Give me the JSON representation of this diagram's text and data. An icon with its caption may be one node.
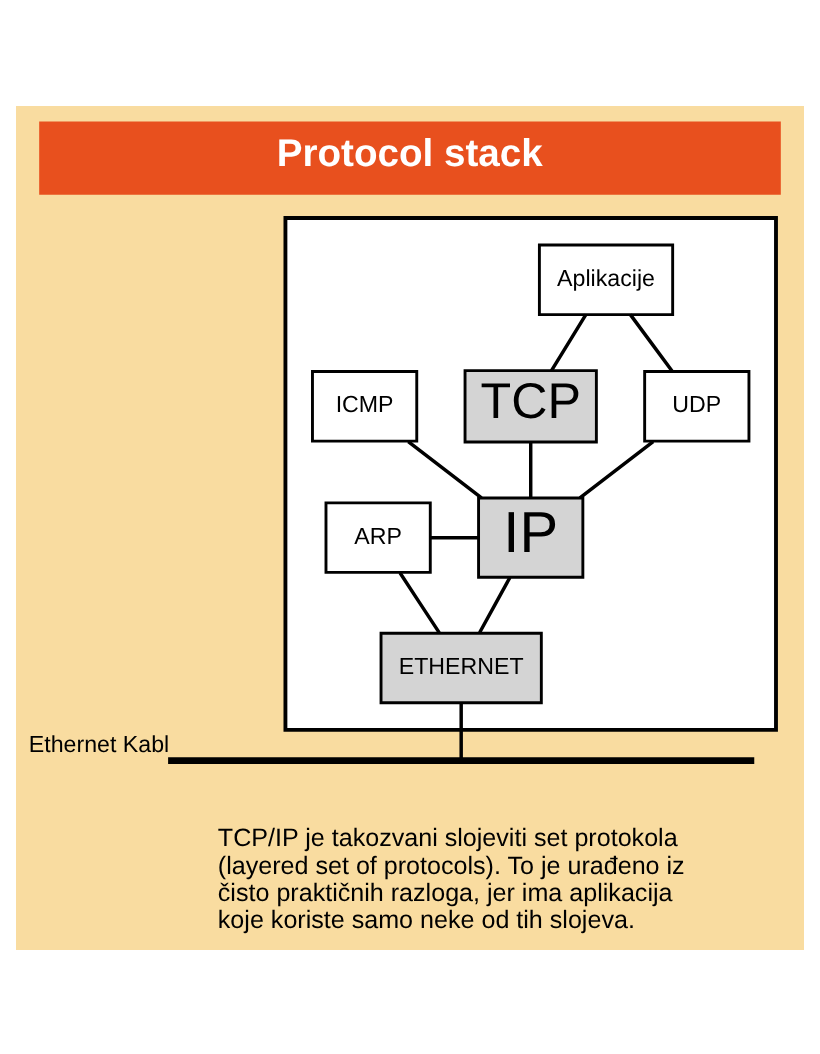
{
  "diagram": {
    "title": "Protocol stack",
    "caption": "TCP/IP je takozvani slojeviti set protokola (layered set of protocols). To je urađeno iz čisto praktičnih razloga, jer ima aplikacija koje koriste samo neke od tih slojeva.",
    "nodes": [
      {
        "text": [],
        "shape": "box"
      },
      {
        "text": [
          "Aplikacije"
        ],
        "in": 0
      },
      {
        "text": [
          "TCP"
        ],
        "in": 0
      },
      {
        "text": [
          "UDP"
        ],
        "in": 0
      },
      {
        "text": [
          "ICMP"
        ],
        "in": 0
      },
      {
        "text": [
          "ARP"
        ],
        "in": 0
      },
      {
        "text": [
          "IP"
        ],
        "in": 0
      },
      {
        "text": [
          "ETHERNET"
        ],
        "in": 0
      },
      {
        "text": [],
        "shape": "bar",
        "beside": [
          "Ethernet Kabl"
        ]
      }
    ],
    "edges": [
      {
        "from": 1,
        "to": 2,
        "arrow": "none"
      },
      {
        "from": 1,
        "to": 3,
        "arrow": "none"
      },
      {
        "from": 2,
        "to": 6,
        "arrow": "none"
      },
      {
        "from": 3,
        "to": 6,
        "arrow": "none"
      },
      {
        "from": 4,
        "to": 6,
        "arrow": "none"
      },
      {
        "from": 5,
        "to": 6,
        "arrow": "none"
      },
      {
        "from": 5,
        "to": 7,
        "arrow": "none"
      },
      {
        "from": 6,
        "to": 7,
        "arrow": "none"
      },
      {
        "from": 7,
        "to": 8,
        "arrow": "none"
      }
    ]
  }
}
